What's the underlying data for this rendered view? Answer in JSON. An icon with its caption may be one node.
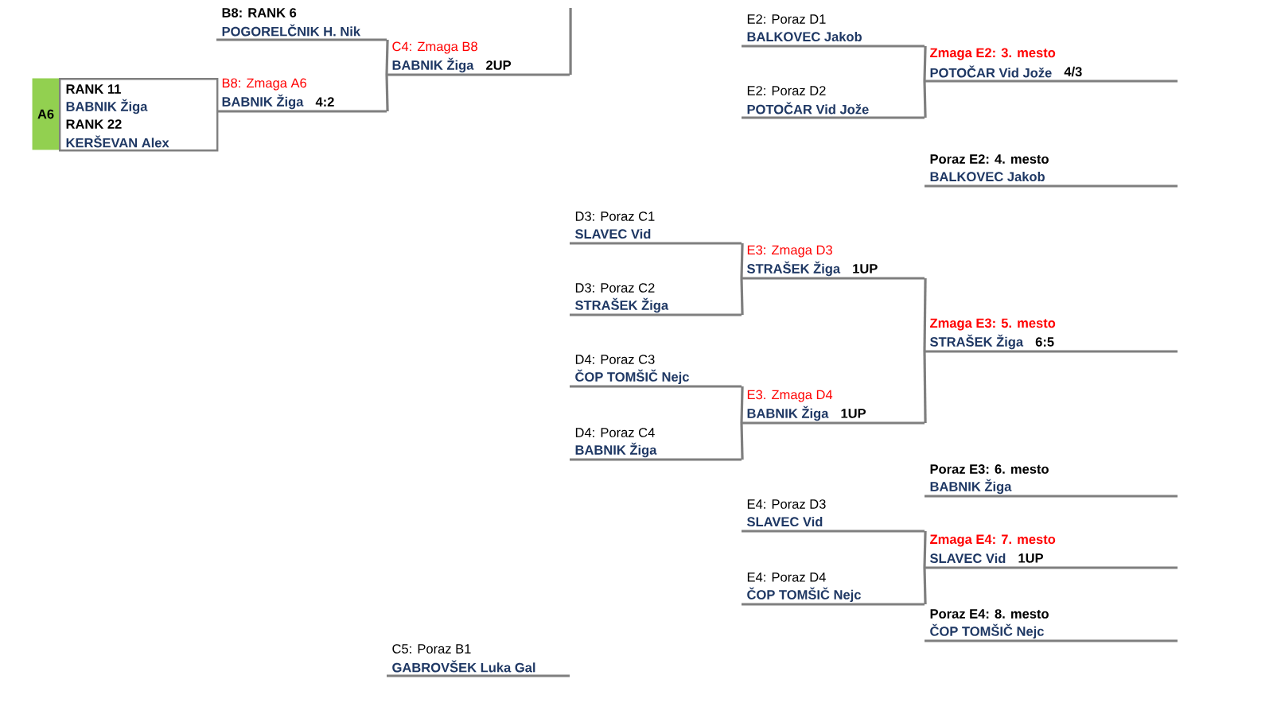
{
  "diagram": {
    "nodes": [
      {
        "text": [
          "A6"
        ]
      },
      {
        "text": [
          "RANK 11",
          "BABNIK Žiga",
          "RANK 22",
          "KERŠEVAN Alex"
        ]
      },
      {
        "text": [
          "B8: RANK 6",
          "POGORELČNIK H. Nik"
        ]
      },
      {
        "text": [
          "B8: Zmaga A6",
          "BABNIK Žiga",
          "4:2"
        ]
      },
      {
        "text": [
          "C4: Zmaga B8",
          "BABNIK Žiga",
          "2UP"
        ]
      },
      {
        "text": [
          "E2: Poraz D1",
          "BALKOVEC Jakob"
        ]
      },
      {
        "text": [
          "E2: Poraz D2",
          "POTOČAR Vid Jože"
        ]
      },
      {
        "text": [
          "Zmaga E2: 3. mesto",
          "POTOČAR Vid Jože",
          "4/3"
        ]
      },
      {
        "text": [
          "Poraz E2: 4. mesto",
          "BALKOVEC Jakob"
        ]
      },
      {
        "text": [
          "D3: Poraz C1",
          "SLAVEC Vid"
        ]
      },
      {
        "text": [
          "D3: Poraz C2",
          "STRAŠEK Žiga"
        ]
      },
      {
        "text": [
          "E3: Zmaga D3",
          "STRAŠEK Žiga",
          "1UP"
        ]
      },
      {
        "text": [
          "D4: Poraz C3",
          "ČOP TOMŠIČ Nejc"
        ]
      },
      {
        "text": [
          "D4: Poraz C4",
          "BABNIK Žiga"
        ]
      },
      {
        "text": [
          "E3. Zmaga  D4",
          "BABNIK Žiga",
          "1UP"
        ]
      },
      {
        "text": [
          "Zmaga E3: 5. mesto",
          "STRAŠEK Žiga",
          "6:5"
        ]
      },
      {
        "text": [
          "Poraz E3: 6. mesto",
          "BABNIK Žiga"
        ]
      },
      {
        "text": [
          "E4: Poraz D3",
          "SLAVEC Vid"
        ]
      },
      {
        "text": [
          "E4: Poraz D4",
          "ČOP TOMŠIČ Nejc"
        ]
      },
      {
        "text": [
          "Zmaga E4: 7. mesto",
          "SLAVEC Vid",
          "1UP"
        ]
      },
      {
        "text": [
          "Poraz E4: 8. mesto",
          "ČOP TOMŠIČ Nejc"
        ]
      },
      {
        "text": [
          "C5: Poraz B1",
          "GABROVŠEK Luka Gal"
        ]
      }
    ],
    "edges": [
      {
        "from": 2,
        "to": 4,
        "arrow": "none"
      },
      {
        "from": 3,
        "to": 4,
        "arrow": "none"
      },
      {
        "from": 4,
        "to": null,
        "arrow": "none"
      },
      {
        "from": 5,
        "to": 7,
        "arrow": "none"
      },
      {
        "from": 6,
        "to": 7,
        "arrow": "none"
      },
      {
        "from": 9,
        "to": 11,
        "arrow": "none"
      },
      {
        "from": 10,
        "to": 11,
        "arrow": "none"
      },
      {
        "from": 12,
        "to": 14,
        "arrow": "none"
      },
      {
        "from": 13,
        "to": 14,
        "arrow": "none"
      },
      {
        "from": 11,
        "to": 15,
        "arrow": "none"
      },
      {
        "from": 14,
        "to": 15,
        "arrow": "none"
      },
      {
        "from": 17,
        "to": 19,
        "arrow": "none"
      },
      {
        "from": 18,
        "to": 19,
        "arrow": "none"
      }
    ]
  }
}
